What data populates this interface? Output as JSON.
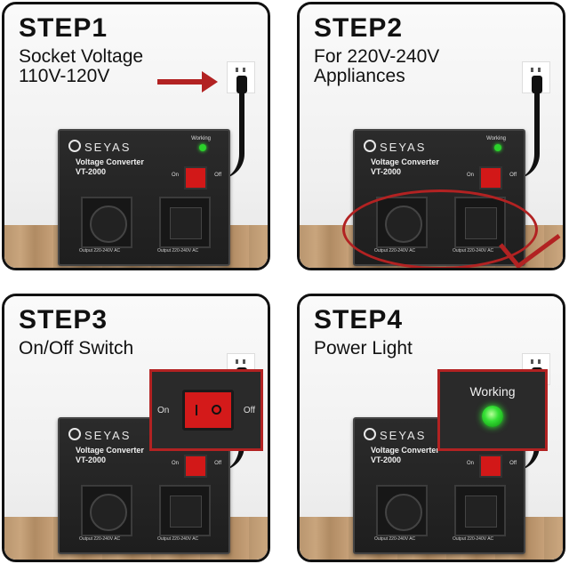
{
  "panels": [
    {
      "step": "STEP1",
      "desc_lines": [
        "Socket Voltage",
        "110V-120V"
      ]
    },
    {
      "step": "STEP2",
      "desc_lines": [
        "For 220V-240V",
        "Appliances"
      ]
    },
    {
      "step": "STEP3",
      "desc_lines": [
        "On/Off Switch"
      ]
    },
    {
      "step": "STEP4",
      "desc_lines": [
        "Power Light"
      ]
    }
  ],
  "device": {
    "brand": "SEYAS",
    "model_line1": "Voltage Converter",
    "model_line2": "VT-2000",
    "working_label": "Working",
    "switch_on": "On",
    "switch_off": "Off",
    "output_label": "Output 220-240V AC"
  },
  "zoom": {
    "switch_on": "On",
    "switch_off": "Off",
    "working": "Working"
  },
  "colors": {
    "accent_red": "#b22222",
    "led_green": "#2bd12b"
  }
}
